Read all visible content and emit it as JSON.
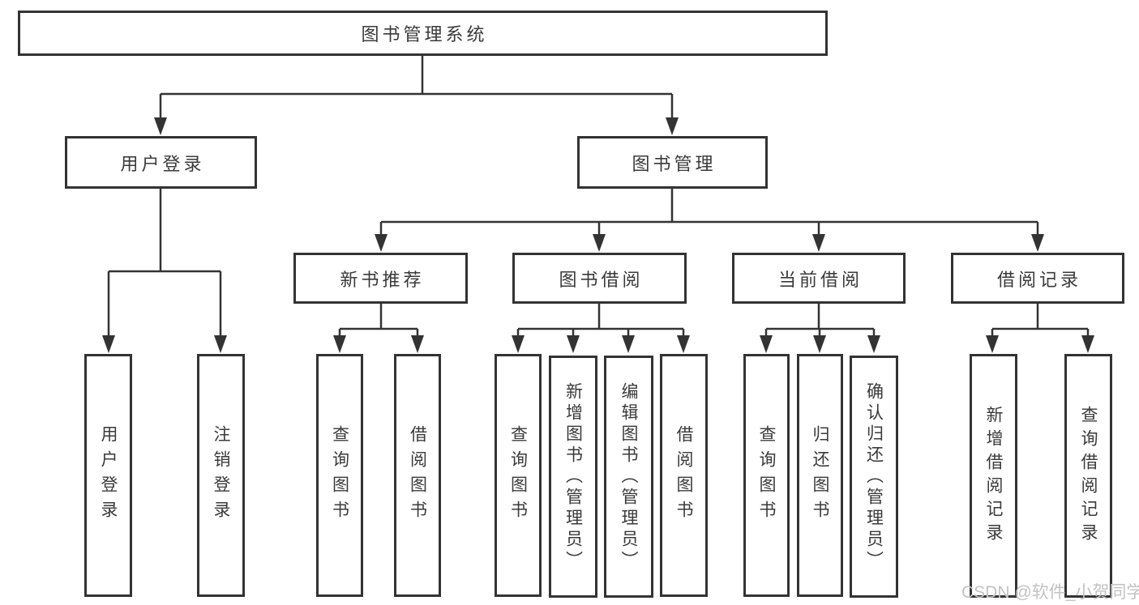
{
  "diagram": {
    "root": {
      "label": "图书管理系统",
      "children": [
        {
          "label": "用户登录",
          "children": [
            {
              "label": "用户登录"
            },
            {
              "label": "注销登录"
            }
          ]
        },
        {
          "label": "图书管理",
          "children": [
            {
              "label": "新书推荐",
              "children": [
                {
                  "label": "查询图书"
                },
                {
                  "label": "借阅图书"
                }
              ]
            },
            {
              "label": "图书借阅",
              "children": [
                {
                  "label": "查询图书"
                },
                {
                  "label": "新增图书（管理员）"
                },
                {
                  "label": "编辑图书（管理员）"
                },
                {
                  "label": "借阅图书"
                }
              ]
            },
            {
              "label": "当前借阅",
              "children": [
                {
                  "label": "查询图书"
                },
                {
                  "label": "归还图书"
                },
                {
                  "label": "确认归还（管理员）"
                }
              ]
            },
            {
              "label": "借阅记录",
              "children": [
                {
                  "label": "新增借阅记录"
                },
                {
                  "label": "查询借阅记录"
                }
              ]
            }
          ]
        }
      ]
    }
  },
  "watermark": {
    "text": "CSDN @软件_小贺同学"
  },
  "colors": {
    "line": "#333333",
    "text": "#3a3a3a",
    "watermark": "#c2c2c2",
    "background": "#ffffff"
  }
}
